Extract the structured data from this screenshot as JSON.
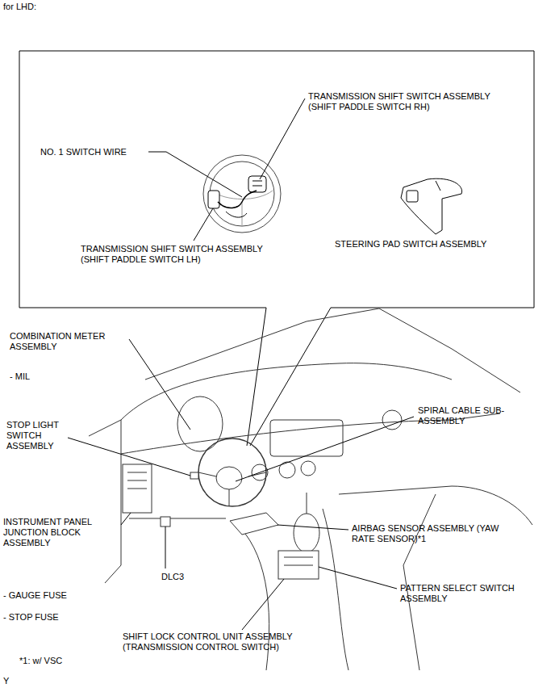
{
  "diagram": {
    "title": "for LHD:",
    "labels": [
      "TRANSMISSION SHIFT SWITCH ASSEMBLY (SHIFT PADDLE SWITCH RH)",
      "NO. 1 SWITCH WIRE",
      "TRANSMISSION SHIFT SWITCH ASSEMBLY (SHIFT PADDLE SWITCH LH)",
      "STEERING PAD SWITCH ASSEMBLY",
      "COMBINATION METER ASSEMBLY",
      "- MIL",
      "STOP LIGHT SWITCH ASSEMBLY",
      "SPIRAL CABLE SUB-ASSEMBLY",
      "INSTRUMENT PANEL JUNCTION BLOCK ASSEMBLY",
      "AIRBAG SENSOR ASSEMBLY (YAW RATE SENSOR)*1",
      "DLC3",
      "PATTERN SELECT SWITCH ASSEMBLY",
      "- GAUGE FUSE",
      "- STOP FUSE",
      "SHIFT LOCK CONTROL UNIT ASSEMBLY (TRANSMISSION CONTROL SWITCH)",
      "*1: w/ VSC",
      "Y"
    ]
  }
}
